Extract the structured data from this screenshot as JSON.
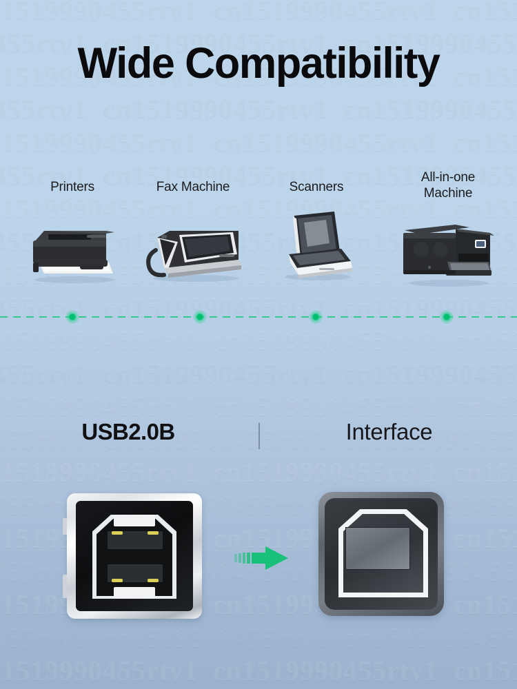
{
  "page": {
    "title": "Wide Compatibility",
    "background_top_color": "#bcd5ea",
    "background_bottom_color": "#9ab2cd",
    "accent_color": "#00c878",
    "watermark_text": "cn1519990455rtv1"
  },
  "compatibility": {
    "heading": "Wide Compatibility",
    "devices": [
      {
        "label": "Printers",
        "icon": "laser-printer-icon"
      },
      {
        "label": "Fax Machine",
        "icon": "fax-machine-icon"
      },
      {
        "label": "Scanners",
        "icon": "flatbed-scanner-icon"
      },
      {
        "label": "All-in-one\nMachine",
        "icon": "all-in-one-printer-icon"
      }
    ],
    "rail": {
      "color": "#35c88f",
      "dot_color": "#00c878",
      "dot_count": 4
    }
  },
  "interface": {
    "left_heading": "USB2.0B",
    "right_heading": "Interface",
    "divider": "|",
    "connector": {
      "name": "usb-b-male-plug",
      "shell_color": "#e4e8ec",
      "body_color": "#111214",
      "pin_color": "#d8cf54",
      "pin_count": 4
    },
    "arrow": {
      "name": "green-right-arrow",
      "color": "#18c07a",
      "direction": "right"
    },
    "port": {
      "name": "usb-b-female-port",
      "shell_color": "#6a7178",
      "face_color": "#31353a",
      "outline_color": "#f2f4f6"
    }
  }
}
